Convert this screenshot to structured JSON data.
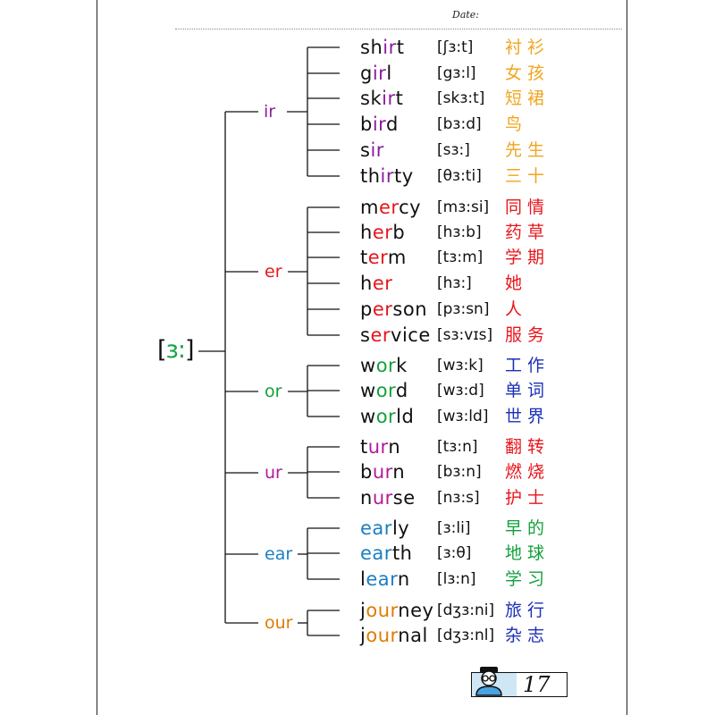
{
  "header": {
    "date_label": "Date:"
  },
  "phoneme": {
    "open": "[",
    "symbol": "ɜ:",
    "close": "]"
  },
  "colors": {
    "ir": "#8b1e9e",
    "er": "#e8151b",
    "or": "#13a03c",
    "ur": "#b3199c",
    "ear": "#1b7fc1",
    "our": "#e07b00",
    "ir_cn": "#f0a51e",
    "er_cn": "#e8151b",
    "or_cn": "#1a2fb8",
    "ur_cn": "#e8151b",
    "ear_cn": "#13a03c",
    "our_cn": "#1a2fb8"
  },
  "groups": [
    {
      "label": "ir",
      "words": [
        {
          "pre": "sh",
          "hl": "ir",
          "post": "t",
          "ipa": "[ʃɜ:t]",
          "cn": "衬衫"
        },
        {
          "pre": "g",
          "hl": "ir",
          "post": "l",
          "ipa": "[gɜ:l]",
          "cn": "女孩"
        },
        {
          "pre": "sk",
          "hl": "ir",
          "post": "t",
          "ipa": "[skɜ:t]",
          "cn": "短裙"
        },
        {
          "pre": "b",
          "hl": "ir",
          "post": "d",
          "ipa": "[bɜ:d]",
          "cn": "鸟"
        },
        {
          "pre": "s",
          "hl": "ir",
          "post": "",
          "ipa": "[sɜ:]",
          "cn": "先生"
        },
        {
          "pre": "th",
          "hl": "ir",
          "post": "ty",
          "ipa": "[θɜ:ti]",
          "cn": "三十"
        }
      ]
    },
    {
      "label": "er",
      "words": [
        {
          "pre": "m",
          "hl": "er",
          "post": "cy",
          "ipa": "[mɜ:si]",
          "cn": "同情"
        },
        {
          "pre": "h",
          "hl": "er",
          "post": "b",
          "ipa": "[hɜ:b]",
          "cn": "药草"
        },
        {
          "pre": "t",
          "hl": "er",
          "post": "m",
          "ipa": "[tɜ:m]",
          "cn": "学期"
        },
        {
          "pre": "h",
          "hl": "er",
          "post": "",
          "ipa": "[hɜ:]",
          "cn": "她"
        },
        {
          "pre": "p",
          "hl": "er",
          "post": "son",
          "ipa": "[pɜ:sn]",
          "cn": "人"
        },
        {
          "pre": "s",
          "hl": "er",
          "post": "vice",
          "ipa": "[sɜ:vɪs]",
          "cn": "服务"
        }
      ]
    },
    {
      "label": "or",
      "words": [
        {
          "pre": "w",
          "hl": "or",
          "post": "k",
          "ipa": "[wɜ:k]",
          "cn": "工作"
        },
        {
          "pre": "w",
          "hl": "or",
          "post": "d",
          "ipa": "[wɜ:d]",
          "cn": "单词"
        },
        {
          "pre": "w",
          "hl": "or",
          "post": "ld",
          "ipa": "[wɜ:ld]",
          "cn": "世界"
        }
      ]
    },
    {
      "label": "ur",
      "words": [
        {
          "pre": "t",
          "hl": "ur",
          "post": "n",
          "ipa": "[tɜ:n]",
          "cn": "翻转"
        },
        {
          "pre": "b",
          "hl": "ur",
          "post": "n",
          "ipa": "[bɜ:n]",
          "cn": "燃烧"
        },
        {
          "pre": "n",
          "hl": "ur",
          "post": "se",
          "ipa": "[nɜ:s]",
          "cn": "护士"
        }
      ]
    },
    {
      "label": "ear",
      "words": [
        {
          "pre": "",
          "hl": "ear",
          "post": "ly",
          "ipa": "[ɜ:li]",
          "cn": "早的"
        },
        {
          "pre": "",
          "hl": "ear",
          "post": "th",
          "ipa": "[ɜ:θ]",
          "cn": "地球"
        },
        {
          "pre": "l",
          "hl": "ear",
          "post": "n",
          "ipa": "[lɜ:n]",
          "cn": "学习"
        }
      ]
    },
    {
      "label": "our",
      "words": [
        {
          "pre": "j",
          "hl": "our",
          "post": "ney",
          "ipa": "[dʒɜ:ni]",
          "cn": "旅行"
        },
        {
          "pre": "j",
          "hl": "our",
          "post": "nal",
          "ipa": "[dʒɜ:nl]",
          "cn": "杂志"
        }
      ]
    }
  ],
  "footer": {
    "page_number": "17"
  }
}
